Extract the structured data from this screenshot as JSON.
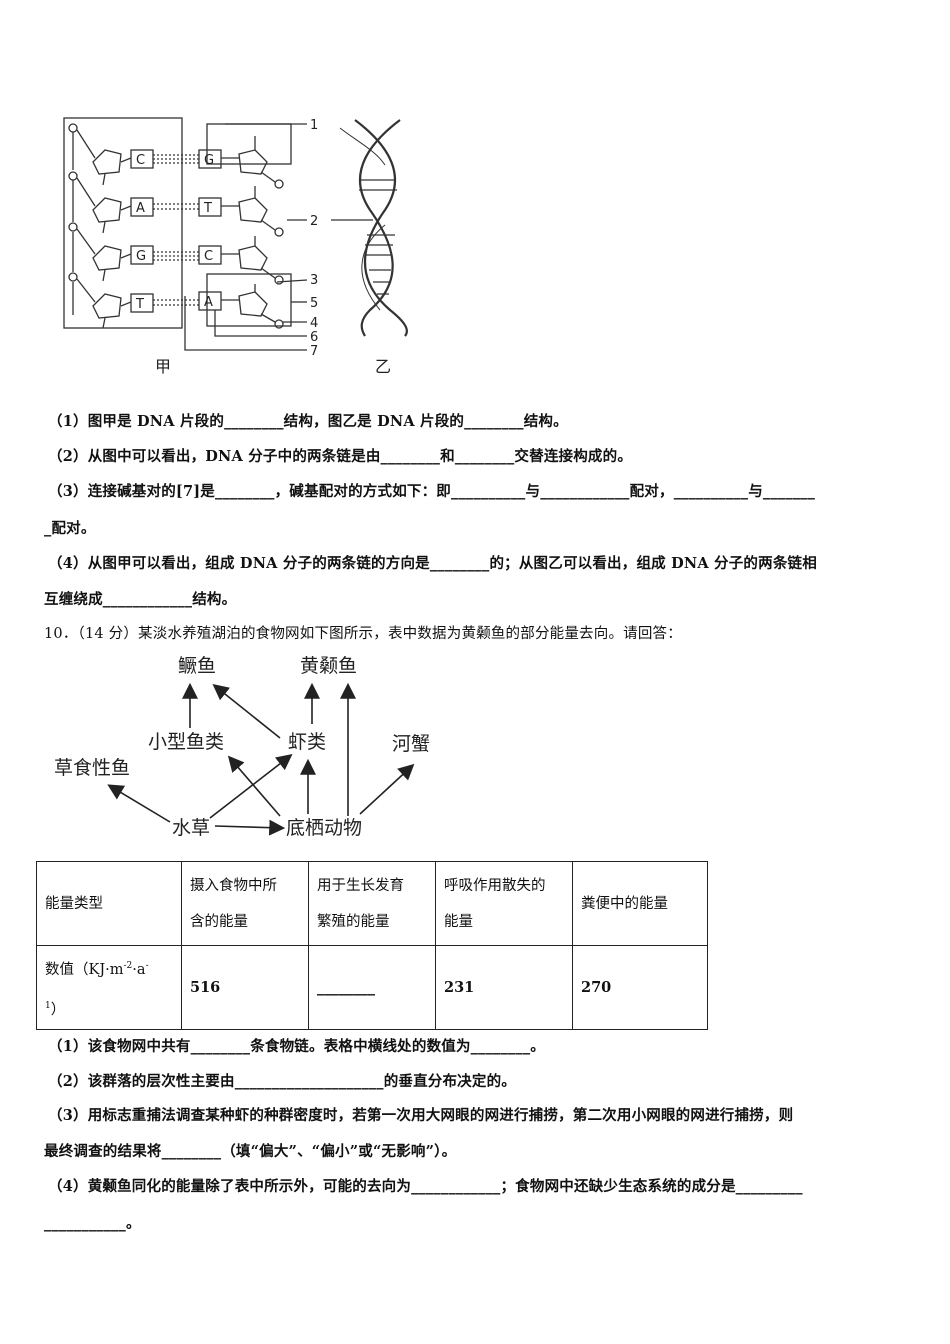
{
  "figure1": {
    "left_bases": [
      "C",
      "A",
      "G",
      "T"
    ],
    "right_bases": [
      "G",
      "T",
      "C",
      "A"
    ],
    "callouts": [
      "1",
      "2",
      "3",
      "5",
      "4",
      "6",
      "7"
    ],
    "caption_left": "甲",
    "caption_right": "乙"
  },
  "q9": {
    "p1": "（1）图甲是 DNA 片段的________结构，图乙是 DNA 片段的________结构。",
    "p2": "（2）从图中可以看出，DNA 分子中的两条链是由________和________交替连接构成的。",
    "p3a": "（3）连接碱基对的[7]是________，碱基配对的方式如下：即__________与____________配对，__________与_______",
    "p3b": "_配对。",
    "p4a": "（4）从图甲可以看出，组成 DNA 分子的两条链的方向是________的；从图乙可以看出，组成 DNA 分子的两条链相",
    "p4b": "互缠绕成____________结构。"
  },
  "q10": {
    "header": "10．（14 分）某淡水养殖湖泊的食物网如下图所示，表中数据为黄颡鱼的部分能量去向。请回答：",
    "foodweb_labels": {
      "guiyu": "鳜鱼",
      "huangsangyu": "黄颡鱼",
      "xiaoxingyulei": "小型鱼类",
      "xialei": "虾类",
      "hexie": "河蟹",
      "caoshixingyu": "草食性鱼",
      "shuicao": "水草",
      "diqidongwu": "底栖动物"
    },
    "table": {
      "headers": [
        "能量类型",
        "摄入食物中所含的能量",
        "用于生长发育繁殖的能量",
        "呼吸作用散失的能量",
        "粪便中的能量"
      ],
      "header_lines": [
        [
          "能量类型"
        ],
        [
          "摄入食物中所",
          "含的能量"
        ],
        [
          "用于生长发育",
          "繁殖的能量"
        ],
        [
          "呼吸作用散失的",
          "能量"
        ],
        [
          "粪便中的能量"
        ]
      ],
      "row_label_main": "数值（KJ·m",
      "row_label_sup1": "-2",
      "row_label_mid": "·a",
      "row_label_sup2": "-",
      "row_label_line2_sup": "1",
      "row_label_line2": "）",
      "values": [
        "516",
        "________",
        "231",
        "270"
      ]
    },
    "p1": "（1）该食物网中共有________条食物链。表格中横线处的数值为________。",
    "p2": "（2）该群落的层次性主要由____________________的垂直分布决定的。",
    "p3a": "（3）用标志重捕法调查某种虾的种群密度时，若第一次用大网眼的网进行捕捞，第二次用小网眼的网进行捕捞，则",
    "p3b": "最终调查的结果将________（填“偏大”、“偏小”或“无影响”）。",
    "p4a": "（4）黄颡鱼同化的能量除了表中所示外，可能的去向为____________；食物网中还缺少生态系统的成分是_________",
    "p4b": "___________。"
  }
}
